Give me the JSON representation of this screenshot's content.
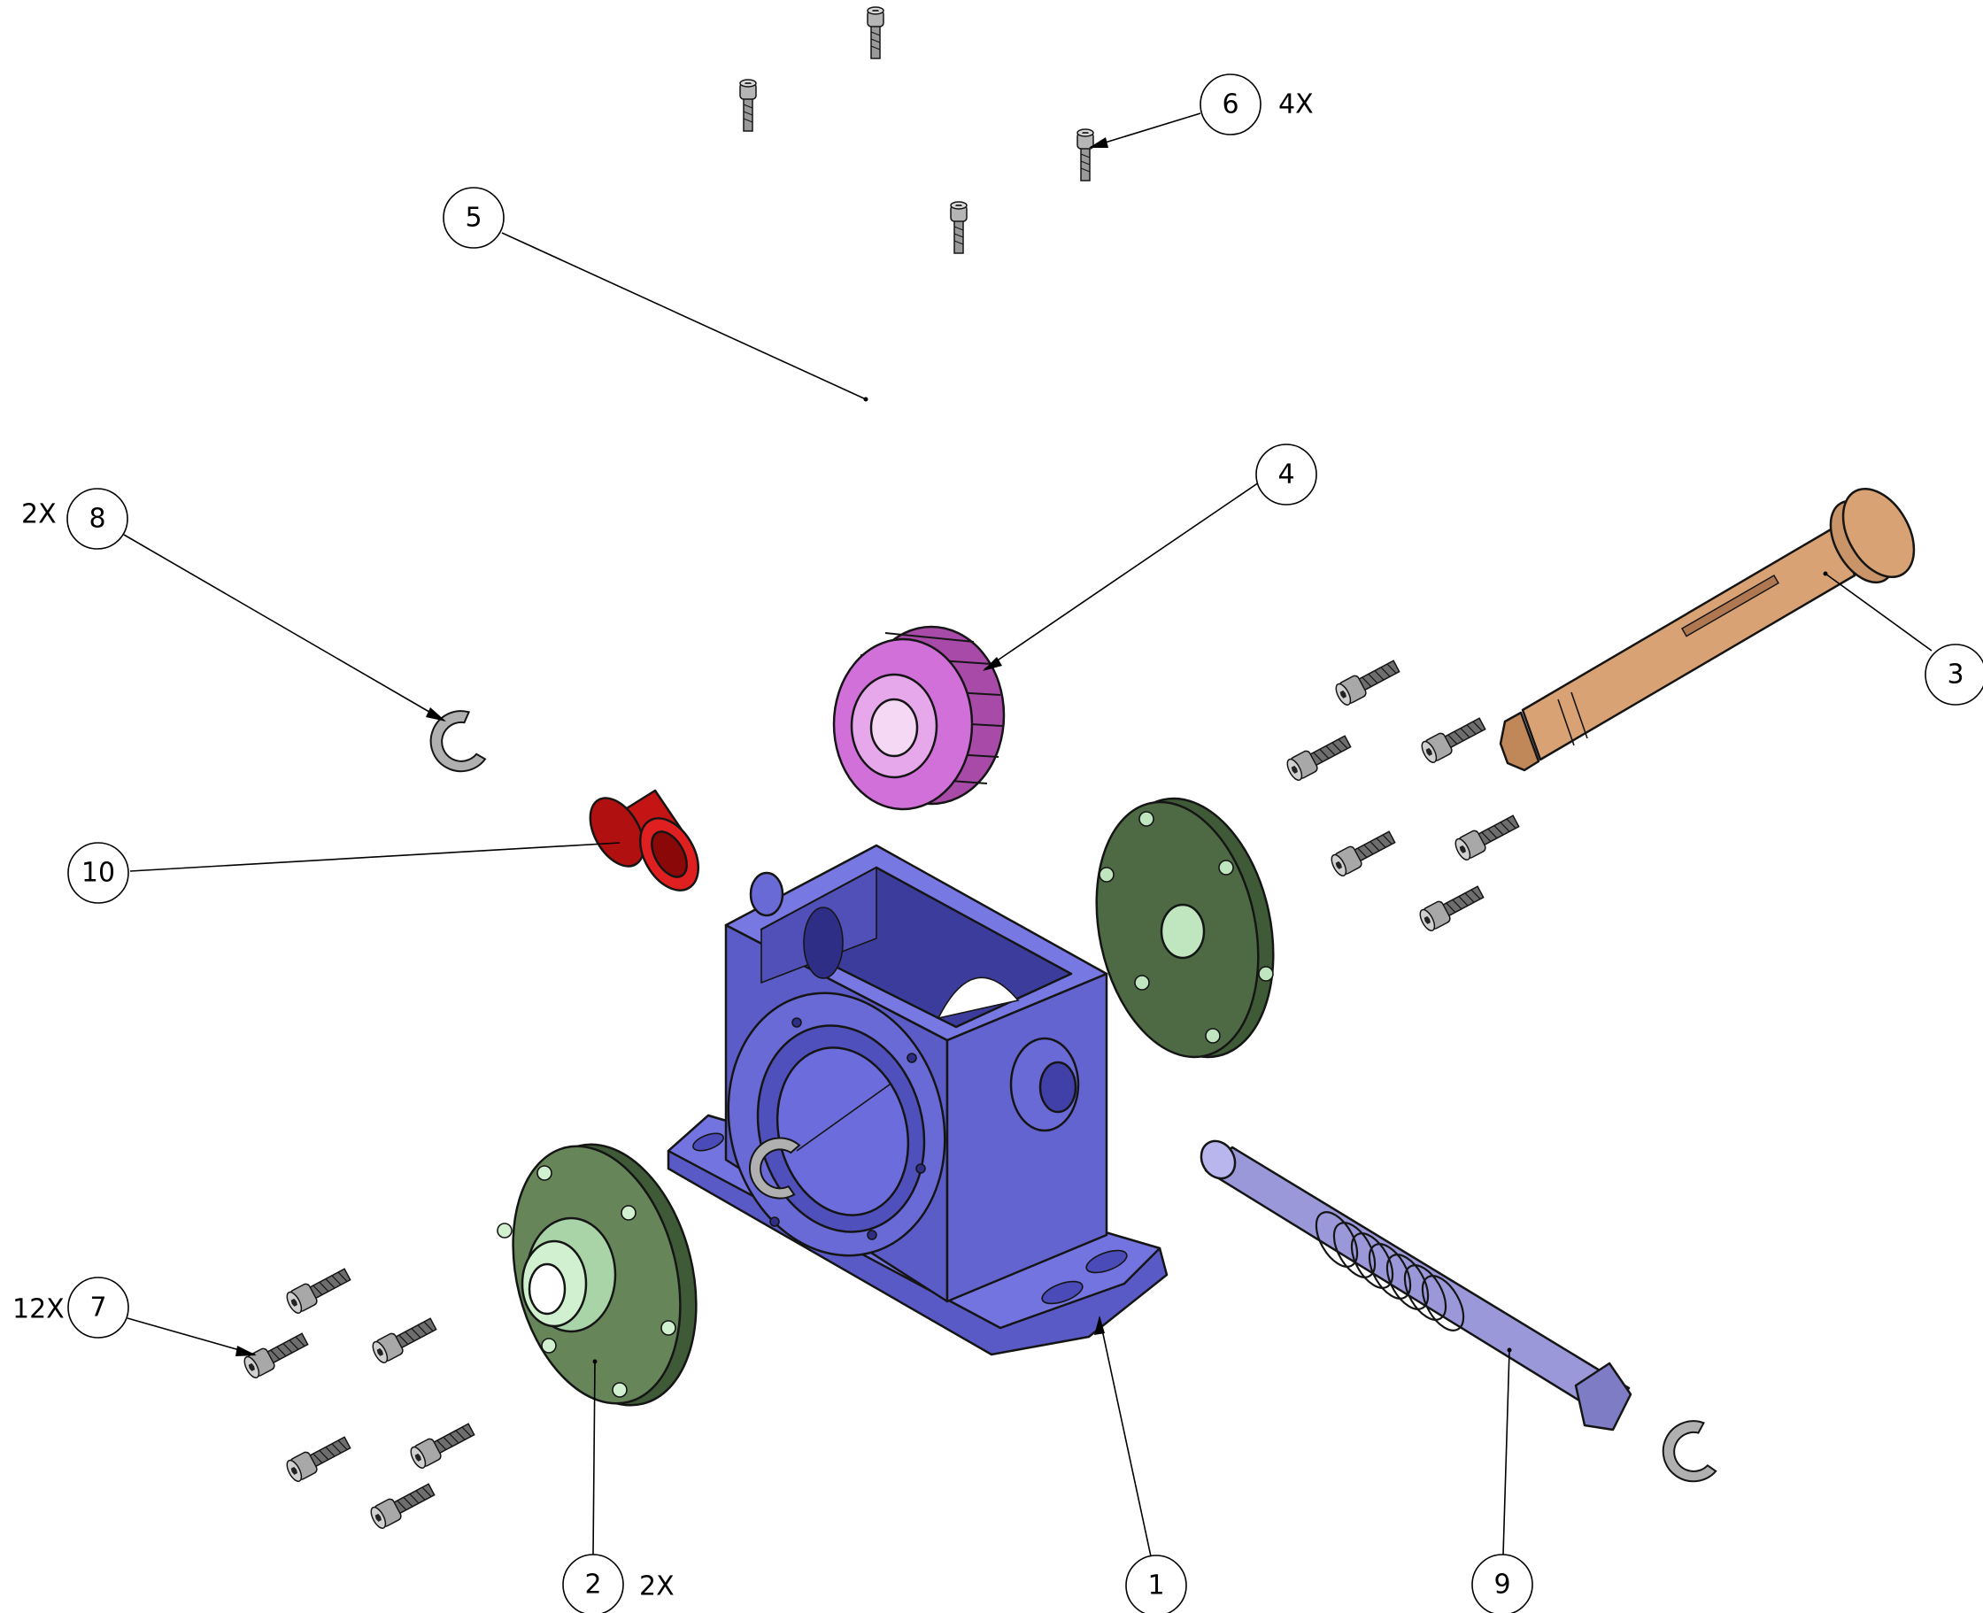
{
  "drawing": {
    "view": "exploded isometric assembly",
    "colors": {
      "housing": "#6a6ad6",
      "housing_dark": "#4848b0",
      "end_cap": "#4e6a44",
      "end_cap_boss": "#bfe6bf",
      "output_shaft": "#d8a274",
      "gear": "#d070d8",
      "bushing": "#d81818",
      "worm_shaft": "#9a98d8",
      "screw": "#8a8a8a",
      "retaining_ring": "#909090"
    }
  },
  "balloons": [
    {
      "id": "1",
      "qty": ""
    },
    {
      "id": "2",
      "qty": "2X"
    },
    {
      "id": "3",
      "qty": ""
    },
    {
      "id": "4",
      "qty": ""
    },
    {
      "id": "5",
      "qty": ""
    },
    {
      "id": "6",
      "qty": "4X"
    },
    {
      "id": "7",
      "qty": "12X"
    },
    {
      "id": "8",
      "qty": "2X"
    },
    {
      "id": "9",
      "qty": ""
    },
    {
      "id": "10",
      "qty": ""
    }
  ]
}
